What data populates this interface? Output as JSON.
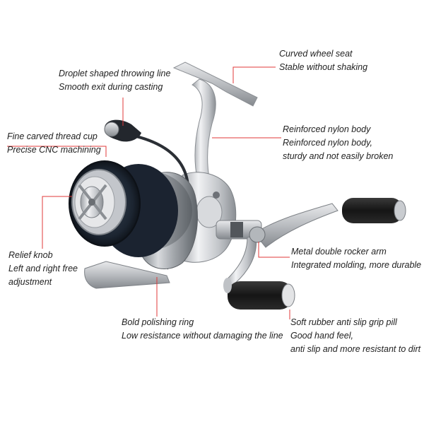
{
  "callouts": {
    "wheel_seat": {
      "line1": "Curved wheel seat",
      "line2": "Stable without shaking"
    },
    "throwing_line": {
      "line1": "Droplet shaped throwing line",
      "line2": "Smooth exit during casting"
    },
    "thread_cup": {
      "line1": "Fine carved thread cup",
      "line2": "Precise CNC machining"
    },
    "nylon_body": {
      "line1": "Reinforced nylon body",
      "line2": "Reinforced nylon body,",
      "line3": "sturdy and not easily broken"
    },
    "relief_knob": {
      "line1": "Relief knob",
      "line2": "Left and right free",
      "line3": "adjustment"
    },
    "rocker_arm": {
      "line1": "Metal double rocker arm",
      "line2": "Integrated molding, more durable"
    },
    "polishing_ring": {
      "line1": "Bold polishing ring",
      "line2": "Low resistance without damaging the line"
    },
    "grip": {
      "line1": "Soft rubber anti slip grip pill",
      "line2": "Good hand feel,",
      "line3": "anti slip and more resistant to dirt"
    }
  },
  "colors": {
    "leader_line": "#e03a3a",
    "text": "#222222",
    "silver": "#c8cbcf",
    "dark_blue": "#1f2a3a",
    "grip": "#1a1a1a"
  }
}
